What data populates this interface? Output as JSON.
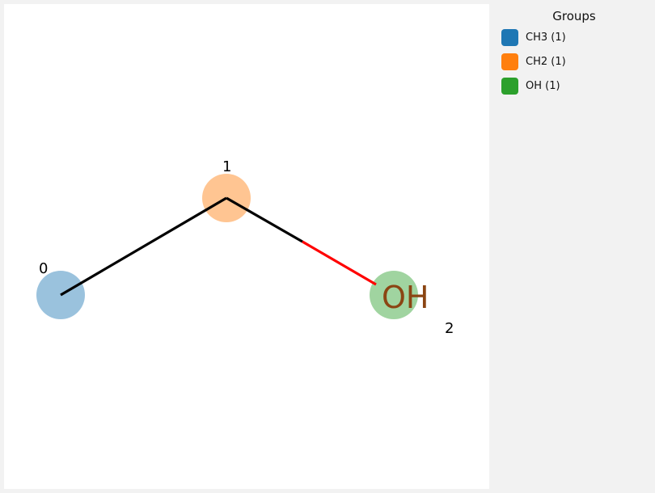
{
  "diagram": {
    "atoms": [
      {
        "index_label": "0",
        "group": "CH3",
        "color": "#1f77b4",
        "symbol": ""
      },
      {
        "index_label": "1",
        "group": "CH2",
        "color": "#ff7f0e",
        "symbol": ""
      },
      {
        "index_label": "2",
        "group": "OH",
        "color": "#2ca02c",
        "symbol": "OH",
        "symbol_color": "#8b4513"
      }
    ],
    "bonds": [
      {
        "from": "0",
        "to": "1",
        "color": "#000000"
      },
      {
        "from": "1",
        "to": "2",
        "color": "#000000",
        "color_near_target": "#ff0000"
      }
    ]
  },
  "legend": {
    "title": "Groups",
    "items": [
      {
        "label": "CH3 (1)",
        "color": "#1f77b4"
      },
      {
        "label": "CH2 (1)",
        "color": "#ff7f0e"
      },
      {
        "label": "OH (1)",
        "color": "#2ca02c"
      }
    ]
  }
}
